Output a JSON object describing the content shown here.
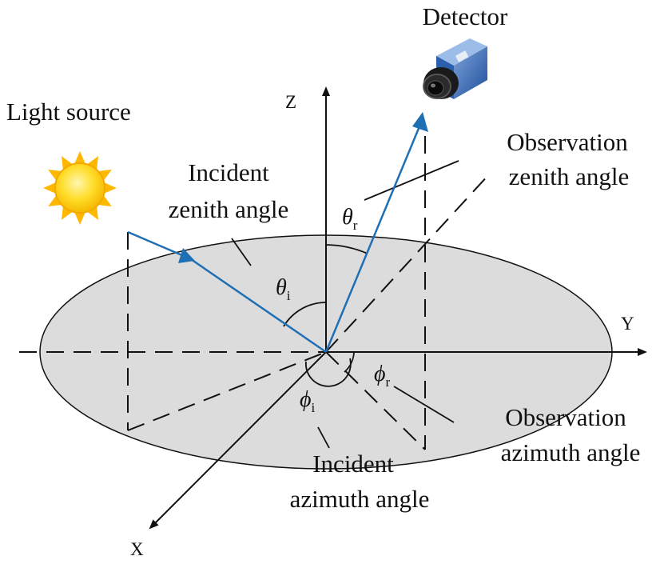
{
  "labels": {
    "detector": "Detector",
    "light_source": "Light source",
    "incident_zenith_1": "Incident",
    "incident_zenith_2": "zenith angle",
    "observation_zenith_1": "Observation",
    "observation_zenith_2": "zenith angle",
    "observation_azimuth_1": "Observation",
    "observation_azimuth_2": "azimuth angle",
    "incident_azimuth_1": "Incident",
    "incident_azimuth_2": "azimuth angle"
  },
  "axes": {
    "x": "X",
    "y": "Y",
    "z": "Z"
  },
  "symbols": {
    "theta": "θ",
    "phi": "ϕ",
    "theta_i_sub": "i",
    "theta_r_sub": "r",
    "phi_i_sub": "i",
    "phi_r_sub": "r"
  },
  "colors": {
    "ray": "#1f6fb5",
    "surface": "#dcdcdc",
    "sun_core": "#ffd21f",
    "sun_rays": "#ffb800",
    "ink": "#111111"
  },
  "icons": [
    "sun-icon",
    "camera-icon"
  ]
}
